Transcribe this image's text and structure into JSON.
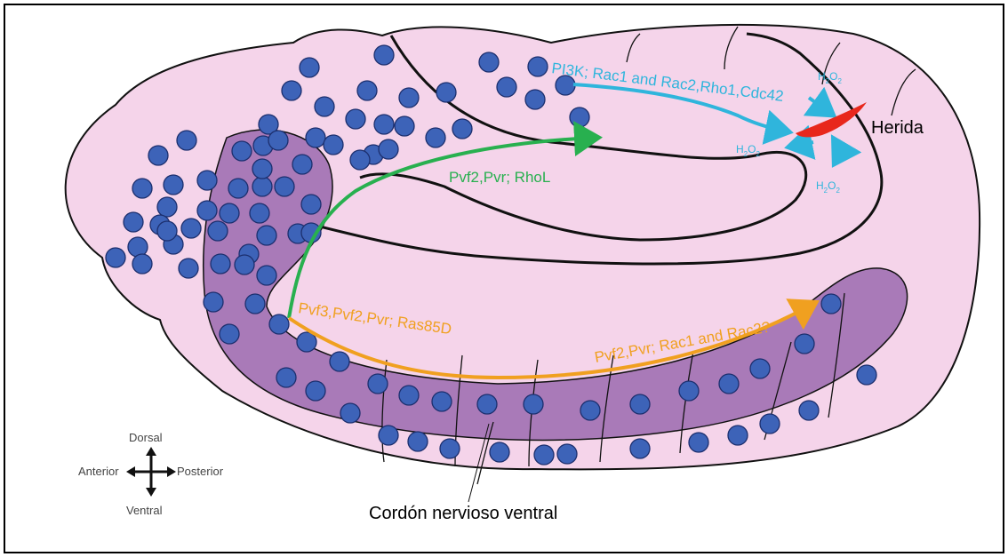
{
  "colors": {
    "embryo_fill": "#f5d4ea",
    "nerve_cord_fill": "#a97ab8",
    "outline": "#111111",
    "cell_fill": "#3d63b8",
    "cell_stroke": "#1c2f6e",
    "cyan_path": "#2fb5dc",
    "green_path": "#28b04f",
    "orange_path": "#f0a020",
    "wound": "#e8271c"
  },
  "icons": {
    "compass": "four-way-arrow-icon",
    "wound": "wound-shape"
  },
  "labels": {
    "cyan_path": "PI3K; Rac1 and Rac2,Rho1,Cdc42",
    "green_path": "Pvf2,Pvr; RhoL",
    "orange_path_left": "Pvf3,Pvf2,Pvr; Ras85D",
    "orange_path_right": "Pvf2,Pvr; Rac1 and Rac2?",
    "h2o2_top": "H",
    "h2o2_top_sub1": "2",
    "h2o2_top_o": "O",
    "h2o2_top_sub2": "2",
    "h2o2_mid": "H",
    "h2o2_mid_sub1": "2",
    "h2o2_mid_o": "O",
    "h2o2_mid_sub2": "2",
    "h2o2_bottom": "H",
    "h2o2_bottom_sub1": "2",
    "h2o2_bottom_o": "O",
    "h2o2_bottom_sub2": "2",
    "wound": "Herida",
    "ventral_nerve_cord": "Cordón nervioso ventral"
  },
  "compass": {
    "dorsal": "Dorsal",
    "ventral": "Ventral",
    "anterior": "Anterior",
    "posterior": "Posterior"
  }
}
